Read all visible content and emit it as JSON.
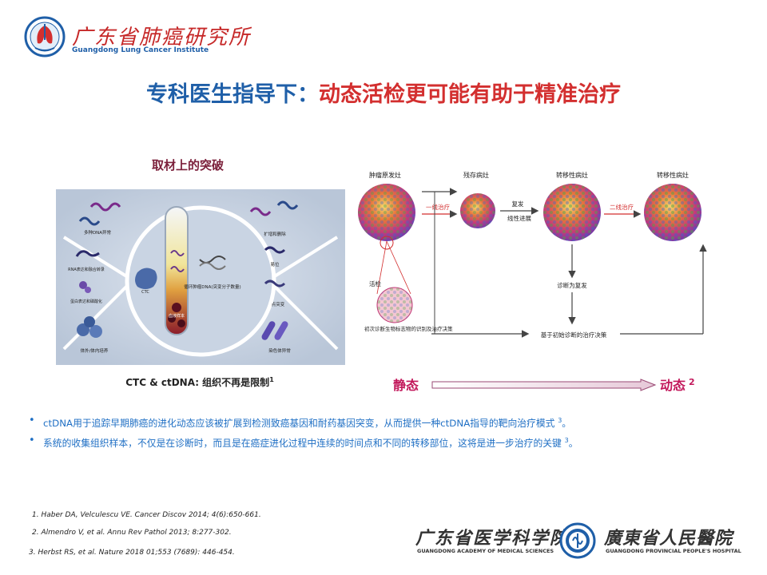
{
  "header": {
    "institute_cn": "广东省肺癌研究所",
    "institute_en": "Guangdong Lung Cancer Institute"
  },
  "title": {
    "part1": "专科医生指导下：",
    "part2": "动态活检更可能有助于精准治疗"
  },
  "left_panel": {
    "heading": "取材上的突破",
    "labels": {
      "multi_dna": "多种DNA异常",
      "rna": "RNA表达和融合转录",
      "protein": "蛋白表达和磷酸化",
      "culture": "体外/体内培养",
      "ctc": "CTC",
      "blood": "血液样本",
      "ctdna": "循环肿瘤DNA(突变分子数量)",
      "amplification": "扩增和删除",
      "translocation": "易位",
      "point_mutation": "点突变",
      "chromosome": "染色体异常"
    },
    "caption": "CTC & ctDNA: 组织不再是限制",
    "caption_ref": "1"
  },
  "right_panel": {
    "labels": {
      "primary": "肿瘤原发灶",
      "residual": "残存病灶",
      "metastasis1": "转移性病灶",
      "metastasis2": "转移性病灶",
      "first_line": "一线治疗",
      "relapse": "复发",
      "linear_progression": "线性进展",
      "second_line": "二线治疗",
      "biopsy": "活检",
      "initial_dx": "初次诊断生物标志物的识别及治疗决策",
      "dx_relapse": "诊断为复发",
      "decision": "基于初始诊断的治疗决策"
    },
    "static_label": "静态",
    "dynamic_label": "动态",
    "dynamic_ref": "2"
  },
  "bullets": [
    {
      "text": "ctDNA用于追踪早期肺癌的进化动态应该被扩展到检测致癌基因和耐药基因突变，从而提供一种ctDNA指导的靶向治疗模式",
      "ref": "3",
      "end": "。"
    },
    {
      "text": "系统的收集组织样本，不仅是在诊断时，而且是在癌症进化过程中连续的时间点和不同的转移部位，这将是进一步治疗的关键",
      "ref": "3",
      "end": "。"
    }
  ],
  "references": [
    "1. Haber DA, Velculescu VE. Cancer Discov 2014; 4(6):650-661.",
    "2. Almendro V, et al. Annu Rev Pathol 2013; 8:277-302.",
    "3. Herbst RS, et al. Nature 2018 01;553 (7689): 446-454."
  ],
  "footer": {
    "gams_cn": "广东省医学科学院",
    "gams_en": "GUANGDONG ACADEMY OF MEDICAL SCIENCES",
    "gpph_cn": "廣東省人民醫院",
    "gpph_en": "GUANGDONG PROVINCIAL PEOPLE'S HOSPITAL"
  },
  "colors": {
    "title_blue": "#1f5fa8",
    "title_red": "#d32f2f",
    "accent_magenta": "#c2185b",
    "bullet_blue": "#1f6fc4"
  }
}
